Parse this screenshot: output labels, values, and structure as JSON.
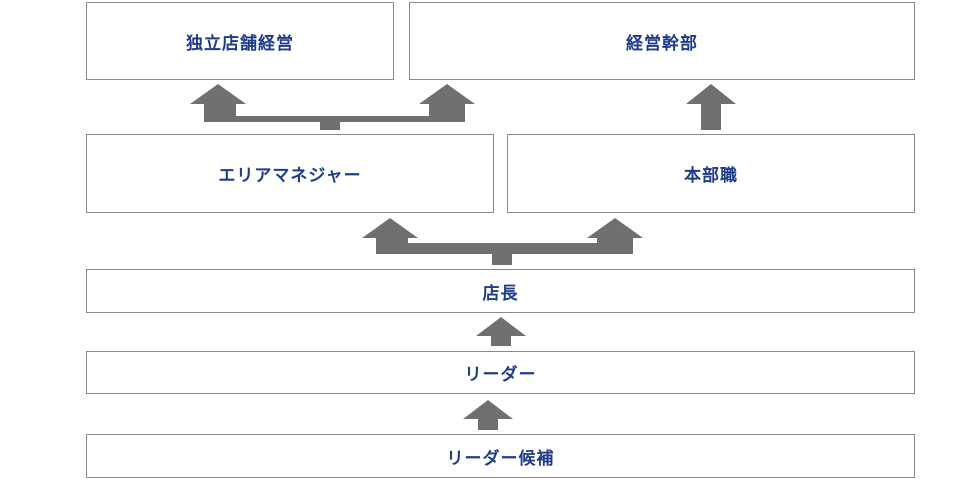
{
  "nodes": {
    "independent_management": "独立店舗経営",
    "executive": "経営幹部",
    "area_manager": "エリアマネジャー",
    "headquarters": "本部職",
    "store_manager": "店長",
    "leader": "リーダー",
    "leader_candidate": "リーダー候補"
  },
  "colors": {
    "label_text": "#1f3c88",
    "box_border": "#8a8a8a",
    "arrow": "#707070"
  }
}
